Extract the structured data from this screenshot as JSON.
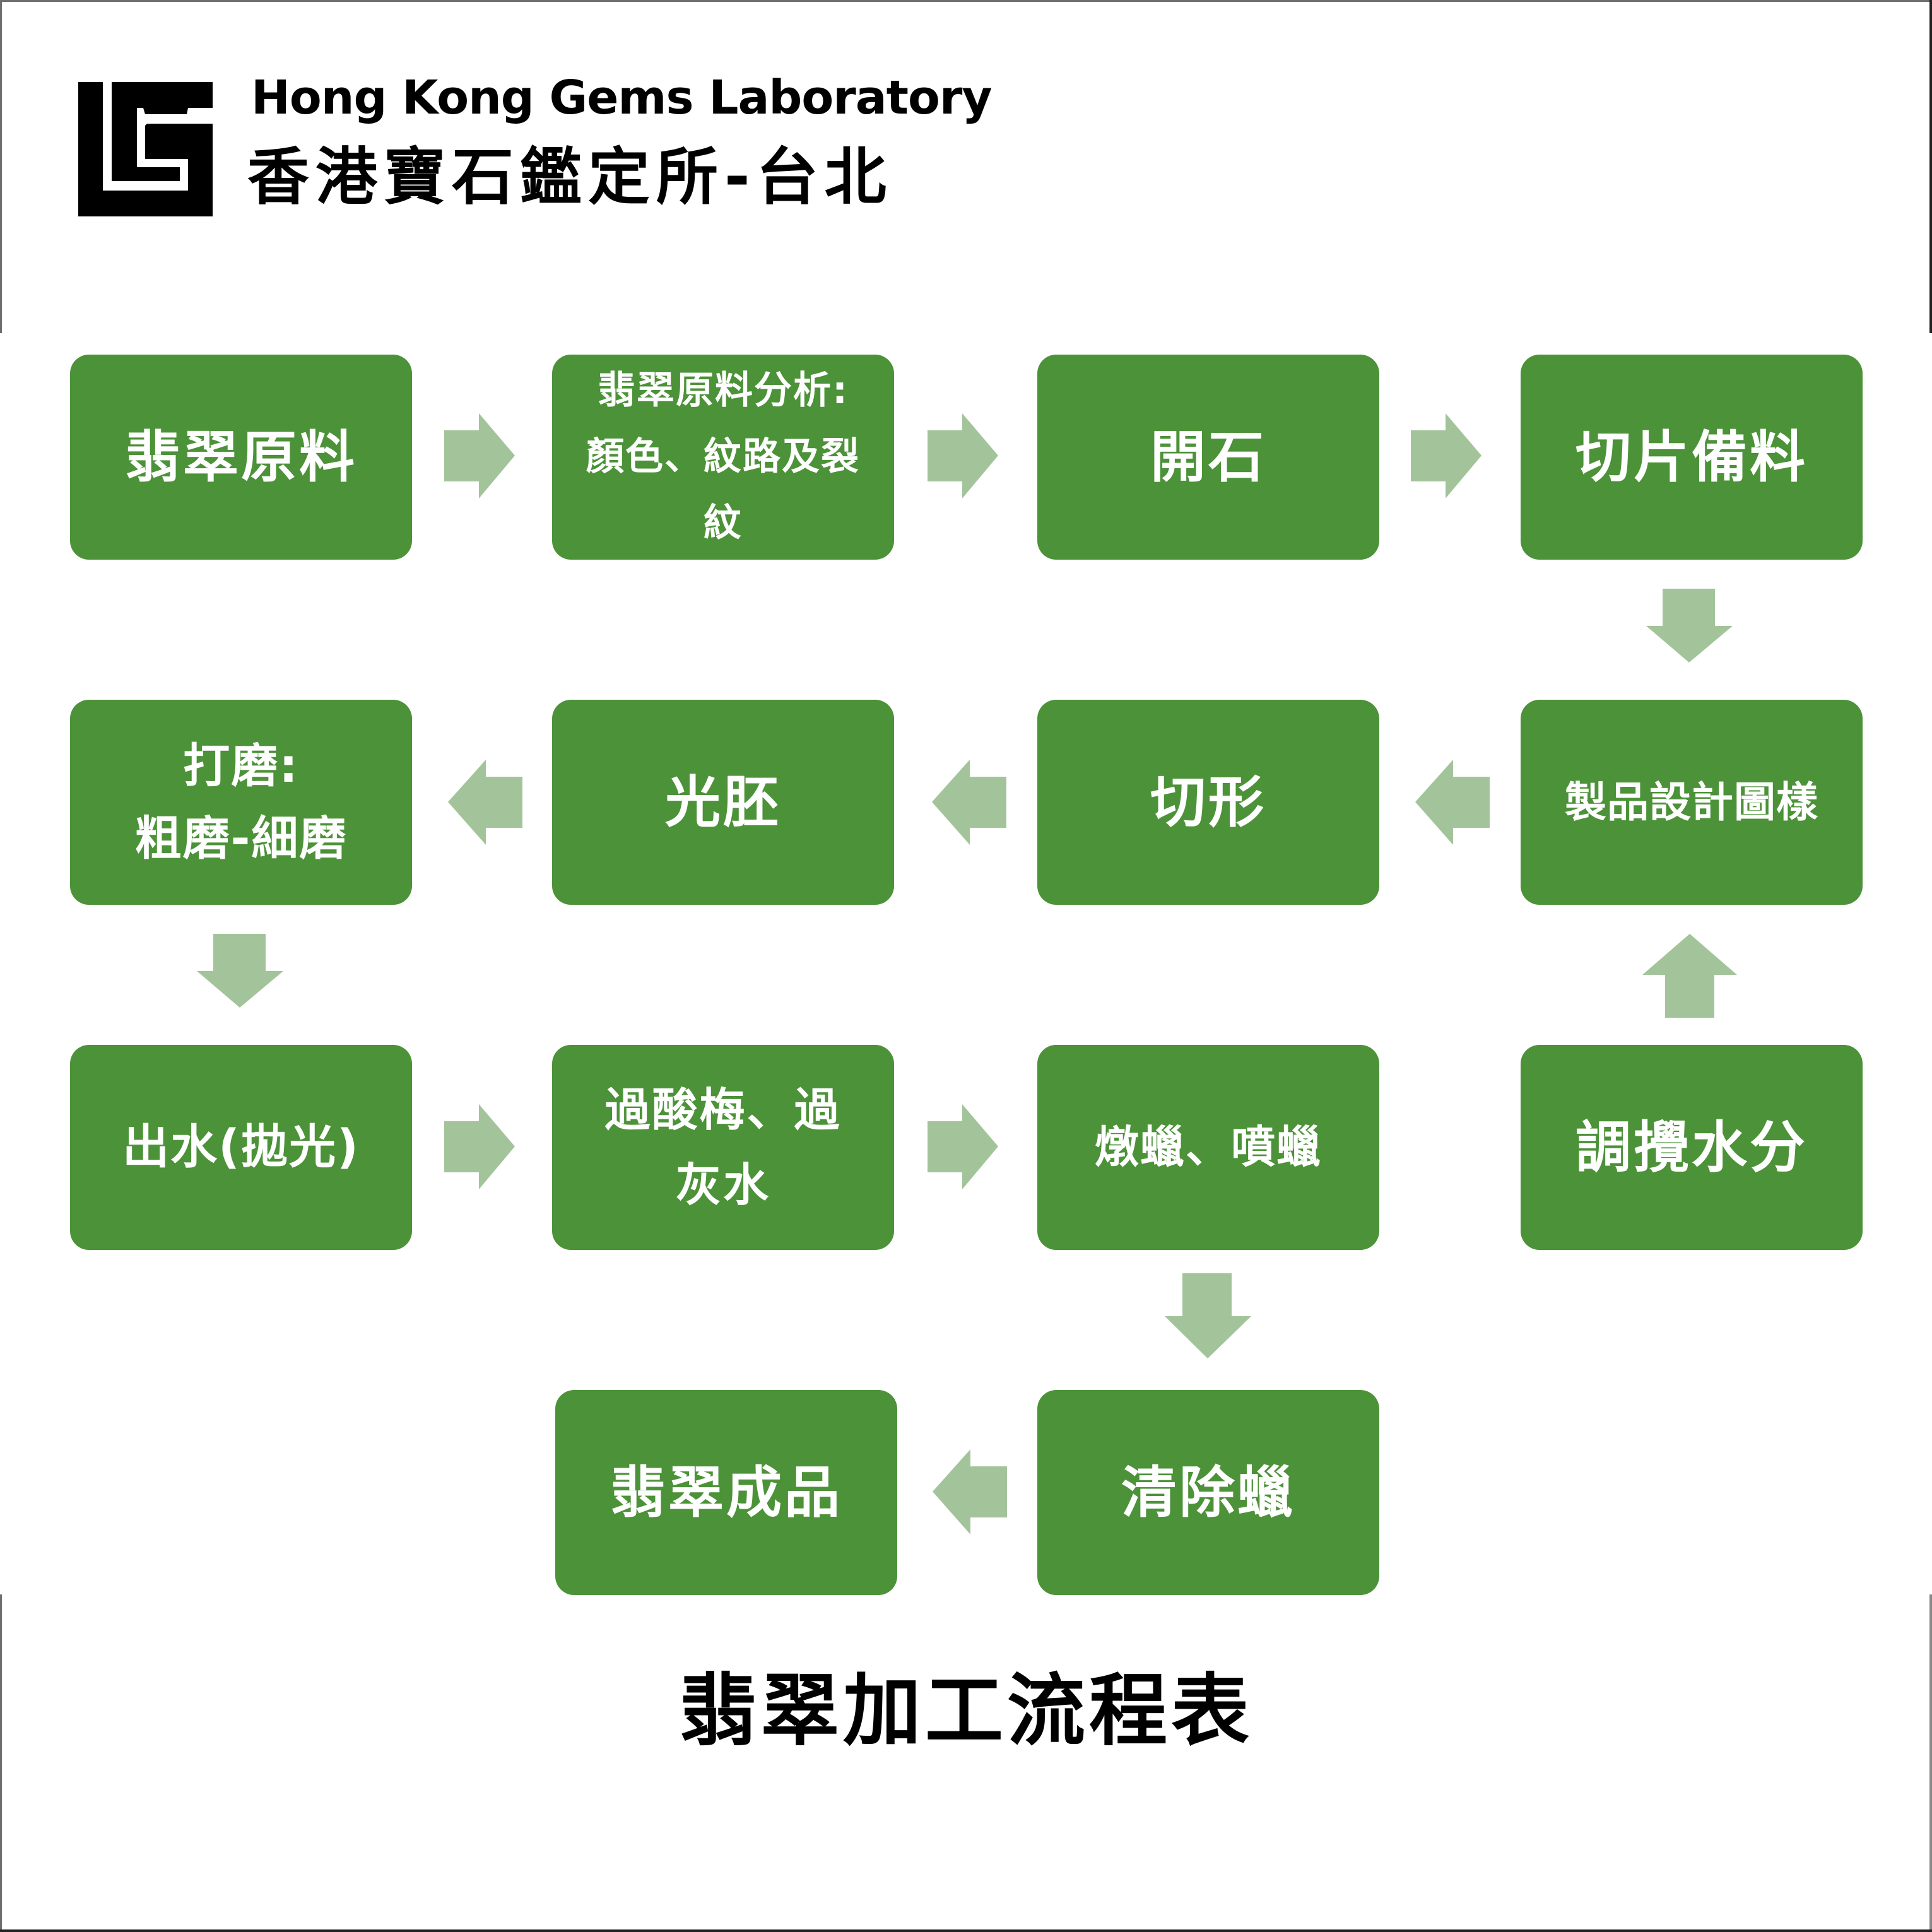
{
  "header": {
    "brand_english": "Hong Kong Gems Laboratory",
    "brand_chinese": "香港寶石鑑定所-台北",
    "logo_icon": "hkgl-logo-icon"
  },
  "colors": {
    "box_fill": "#4c9238",
    "arrow_fill": "#a3c49a",
    "box_text": "#ffffff"
  },
  "flow": {
    "steps": [
      {
        "id": 1,
        "label": "翡翠原料"
      },
      {
        "id": 2,
        "label": "翡翠原料分析:\n顏色、紋路及裂\n紋"
      },
      {
        "id": 3,
        "label": "開石"
      },
      {
        "id": 4,
        "label": "切片備料"
      },
      {
        "id": 5,
        "label": "製品設計圖樣"
      },
      {
        "id": 6,
        "label": "切形"
      },
      {
        "id": 7,
        "label": "光胚"
      },
      {
        "id": 8,
        "label": "打磨:\n粗磨-細磨"
      },
      {
        "id": 9,
        "label": "出水(拋光)"
      },
      {
        "id": 10,
        "label": "過酸梅、過\n灰水"
      },
      {
        "id": 11,
        "label": "燉蠟、噴蠟"
      },
      {
        "id": 12,
        "label": "清除蠟"
      },
      {
        "id": 13,
        "label": "翡翠成品"
      },
      {
        "id": 14,
        "label": "調攪水分"
      }
    ],
    "connections": [
      {
        "from": 1,
        "to": 2,
        "direction": "right"
      },
      {
        "from": 2,
        "to": 3,
        "direction": "right"
      },
      {
        "from": 3,
        "to": 4,
        "direction": "right"
      },
      {
        "from": 4,
        "to": 5,
        "direction": "down"
      },
      {
        "from": 14,
        "to": 5,
        "direction": "up"
      },
      {
        "from": 5,
        "to": 6,
        "direction": "left"
      },
      {
        "from": 6,
        "to": 7,
        "direction": "left"
      },
      {
        "from": 7,
        "to": 8,
        "direction": "left"
      },
      {
        "from": 8,
        "to": 9,
        "direction": "down"
      },
      {
        "from": 9,
        "to": 10,
        "direction": "right"
      },
      {
        "from": 10,
        "to": 11,
        "direction": "right"
      },
      {
        "from": 11,
        "to": 12,
        "direction": "down"
      },
      {
        "from": 12,
        "to": 13,
        "direction": "left"
      }
    ]
  },
  "footer": {
    "title": "翡翠加工流程表"
  }
}
